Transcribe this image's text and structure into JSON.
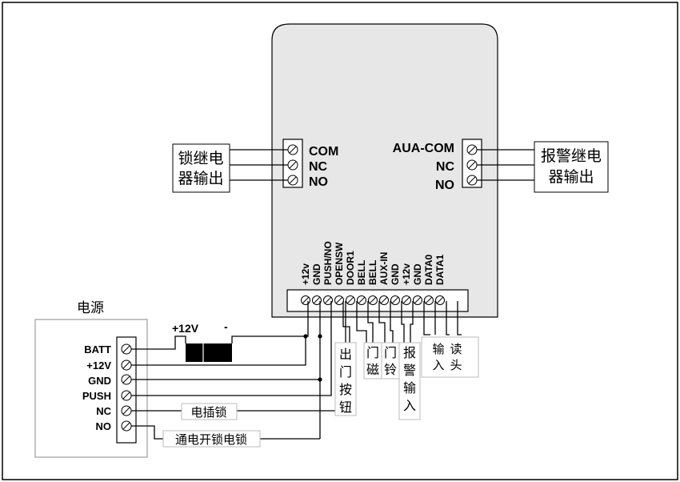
{
  "panel": {
    "left_relay": {
      "terminals": [
        "COM",
        "NC",
        "NO"
      ],
      "label_line1": "锁继电",
      "label_line2": "器输出"
    },
    "right_relay": {
      "terminals": [
        "AUA-COM",
        "NC",
        "NO"
      ],
      "label_line1": "报警继电",
      "label_line2": "器输出"
    },
    "bottom_terminals": [
      "+12v",
      "GND",
      "PUSH/NO",
      "OPENSW",
      "DOOR1",
      "BELL",
      "BELL",
      "AUX-IN",
      "GND",
      "+12v",
      "GND",
      "DATA0",
      "DATA1"
    ]
  },
  "power": {
    "title": "电源",
    "terminals": [
      "BATT",
      "+12V",
      "GND",
      "PUSH",
      "NC",
      "NO"
    ],
    "battery_plus": "+12V",
    "battery_minus": "-"
  },
  "labels": {
    "exit_button": [
      "出",
      "门",
      "按",
      "钮"
    ],
    "door_sensor": [
      "门",
      "磁"
    ],
    "doorbell": [
      "门",
      "铃"
    ],
    "alarm_input": [
      "报",
      "警",
      "输",
      "入"
    ],
    "reader_input": [
      "输",
      "入"
    ],
    "reader_head": [
      "读",
      "头"
    ],
    "plug_lock": "电插锁",
    "power_open_lock": "通电开锁电锁"
  }
}
